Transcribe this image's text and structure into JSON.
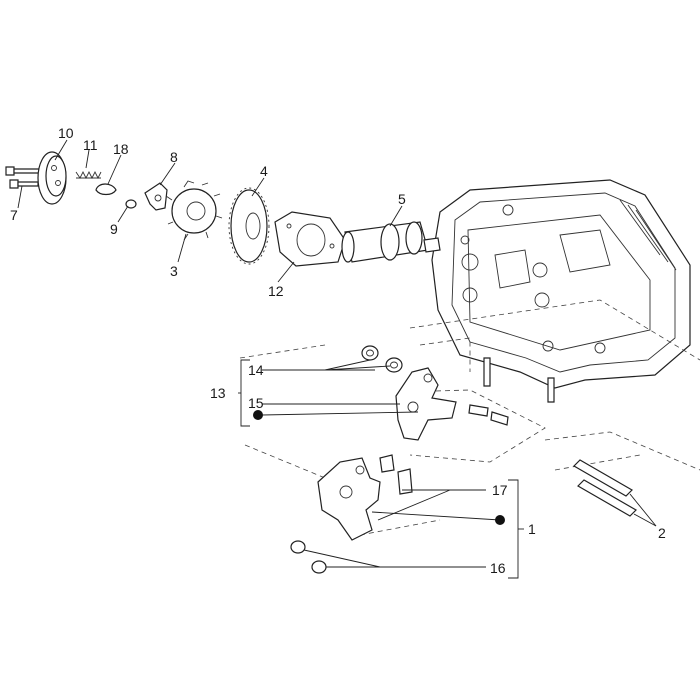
{
  "callouts": {
    "c1": "1",
    "c2": "2",
    "c3": "3",
    "c4": "4",
    "c5": "5",
    "c7": "7",
    "c8": "8",
    "c9": "9",
    "c10": "10",
    "c11": "11",
    "c12": "12",
    "c13": "13",
    "c14": "14",
    "c15": "15",
    "c16": "16",
    "c17": "17",
    "c18": "18"
  }
}
